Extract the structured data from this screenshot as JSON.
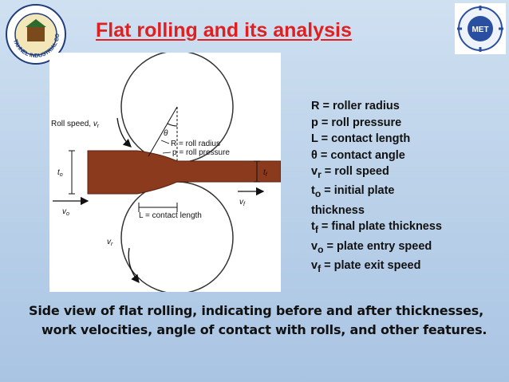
{
  "header": {
    "title": "Flat rolling and its analysis",
    "left_logo_text": "TAHNEL INDUSTRIAL COLLEGE",
    "right_logo_text": "MET"
  },
  "diagram": {
    "label_roll_speed": "Roll speed, ",
    "label_vr": "v",
    "label_vr_sub": "r",
    "label_theta": "θ",
    "label_R": "R = roll radius",
    "label_p": "p = roll pressure",
    "label_to": "t",
    "label_to_sub": "o",
    "label_tf": "t",
    "label_tf_sub": "f",
    "label_vf": "v",
    "label_vf_sub": "f",
    "label_vo": "v",
    "label_vo_sub": "o",
    "label_L": "L = contact length",
    "label_vr2": "v",
    "label_vr2_sub": "r"
  },
  "definitions": {
    "R": "R = roller radius",
    "p": "p = roll pressure",
    "L": "L = contact length",
    "theta": "θ = contact angle",
    "vr_main": "v",
    "vr_sub": "r",
    "vr_rest": " = roll speed",
    "to_main": "t",
    "to_sub": "o",
    "to_rest": " = initial plate thickness",
    "tf_main": "t",
    "tf_sub": "f",
    "tf_rest": " = final plate thickness",
    "vo_main": "v",
    "vo_sub": "o",
    "vo_rest": " = plate entry speed",
    "vf_main": "v",
    "vf_sub": "f",
    "vf_rest": " = plate exit speed"
  },
  "caption": {
    "line1": "Side view of flat rolling, indicating before and after thicknesses,",
    "line2": "work velocities, angle of contact with rolls, and other features."
  },
  "colors": {
    "title": "#e02020",
    "plate": "#8b3a1e",
    "background": "#bdd3ea"
  }
}
